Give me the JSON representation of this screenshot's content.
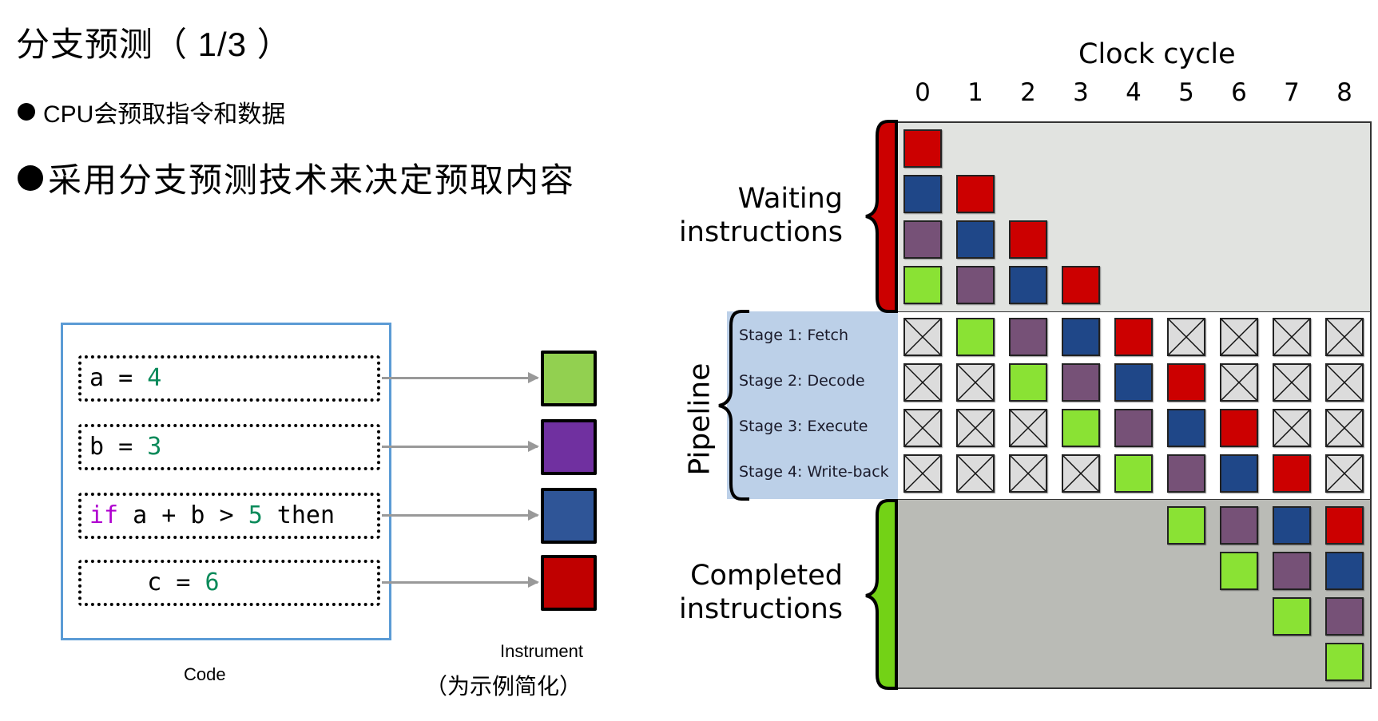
{
  "slide": {
    "title": "分支预测（ 1/3 ）",
    "bullets": [
      "CPU会预取指令和数据",
      "采用分支预测技术来决定预取内容"
    ]
  },
  "code_example": {
    "lines": [
      {
        "tokens": [
          {
            "t": "a = ",
            "c": "plain"
          },
          {
            "t": "4",
            "c": "num"
          }
        ],
        "instrument_color": "#92d050"
      },
      {
        "tokens": [
          {
            "t": "b = ",
            "c": "plain"
          },
          {
            "t": "3",
            "c": "num"
          }
        ],
        "instrument_color": "#7030a0"
      },
      {
        "tokens": [
          {
            "t": "if",
            "c": "kw"
          },
          {
            "t": " a + b > ",
            "c": "plain"
          },
          {
            "t": "5",
            "c": "num"
          },
          {
            "t": " then",
            "c": "plain"
          }
        ],
        "instrument_color": "#2f5597"
      },
      {
        "tokens": [
          {
            "t": "    c = ",
            "c": "plain"
          },
          {
            "t": "6",
            "c": "num"
          }
        ],
        "instrument_color": "#c00000"
      }
    ],
    "code_caption": "Code",
    "instrument_caption": "Instrument",
    "note": "（为示例简化）"
  },
  "pipeline_diagram": {
    "x_axis_title": "Clock cycle",
    "cycles": [
      "0",
      "1",
      "2",
      "3",
      "4",
      "5",
      "6",
      "7",
      "8"
    ],
    "colors": {
      "R": "#cc0000",
      "B": "#1f4788",
      "P": "#765177",
      "G": "#8ae234"
    },
    "sections": {
      "waiting": {
        "label": "Waiting\ninstructions",
        "brace_color": "#cc0000",
        "rows": [
          [
            "R",
            "",
            "",
            "",
            "",
            "",
            "",
            "",
            ""
          ],
          [
            "B",
            "R",
            "",
            "",
            "",
            "",
            "",
            "",
            ""
          ],
          [
            "P",
            "B",
            "R",
            "",
            "",
            "",
            "",
            "",
            ""
          ],
          [
            "G",
            "P",
            "B",
            "R",
            "",
            "",
            "",
            "",
            ""
          ]
        ]
      },
      "pipeline": {
        "label": "Pipeline",
        "stages": [
          "Stage 1: Fetch",
          "Stage 2: Decode",
          "Stage 3: Execute",
          "Stage 4: Write-back"
        ],
        "rows": [
          [
            "X",
            "G",
            "P",
            "B",
            "R",
            "X",
            "X",
            "X",
            "X"
          ],
          [
            "X",
            "X",
            "G",
            "P",
            "B",
            "R",
            "X",
            "X",
            "X"
          ],
          [
            "X",
            "X",
            "X",
            "G",
            "P",
            "B",
            "R",
            "X",
            "X"
          ],
          [
            "X",
            "X",
            "X",
            "X",
            "G",
            "P",
            "B",
            "R",
            "X"
          ]
        ]
      },
      "completed": {
        "label": "Completed\ninstructions",
        "brace_color": "#73d216",
        "rows": [
          [
            "",
            "",
            "",
            "",
            "",
            "G",
            "P",
            "B",
            "R"
          ],
          [
            "",
            "",
            "",
            "",
            "",
            "",
            "G",
            "P",
            "B"
          ],
          [
            "",
            "",
            "",
            "",
            "",
            "",
            "",
            "G",
            "P"
          ],
          [
            "",
            "",
            "",
            "",
            "",
            "",
            "",
            "",
            "G"
          ]
        ]
      }
    }
  }
}
